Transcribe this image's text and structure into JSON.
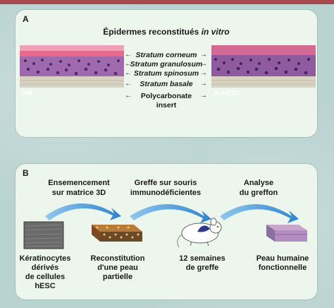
{
  "panel_a": {
    "label": "A",
    "title_main": "Épidermes reconstitués ",
    "title_italic": "in vitro",
    "layers": [
      "Stratum corneum",
      "Stratum granulosum",
      "Stratum spinosum",
      "Stratum basale",
      "Polycarbonate",
      "insert"
    ],
    "left_sample": "HK",
    "right_sample": "K-hESC",
    "colors": {
      "corneum": "#e66a8a",
      "epidermis": "#9a5fa5",
      "nuclei": "#4b2c6b",
      "insert": "#d8d2c3"
    }
  },
  "panel_b": {
    "label": "B",
    "steps": [
      {
        "title": [
          "Ensemencement",
          "sur matrice 3D"
        ]
      },
      {
        "title": [
          "Greffe sur souris",
          "immunodéficientes"
        ]
      },
      {
        "title": [
          "Analyse",
          "du greffon"
        ]
      }
    ],
    "captions": [
      [
        "Kératinocytes",
        "dérivés",
        "de cellules",
        "hESC"
      ],
      [
        "Reconstitution",
        "d'une peau",
        "partielle"
      ],
      [
        "12 semaines",
        "de greffe"
      ],
      [
        "Peau humaine",
        "fonctionnelle"
      ]
    ],
    "colors": {
      "arrow": "#3f8fd1",
      "mouse_patch": "#2e3a8c"
    }
  }
}
